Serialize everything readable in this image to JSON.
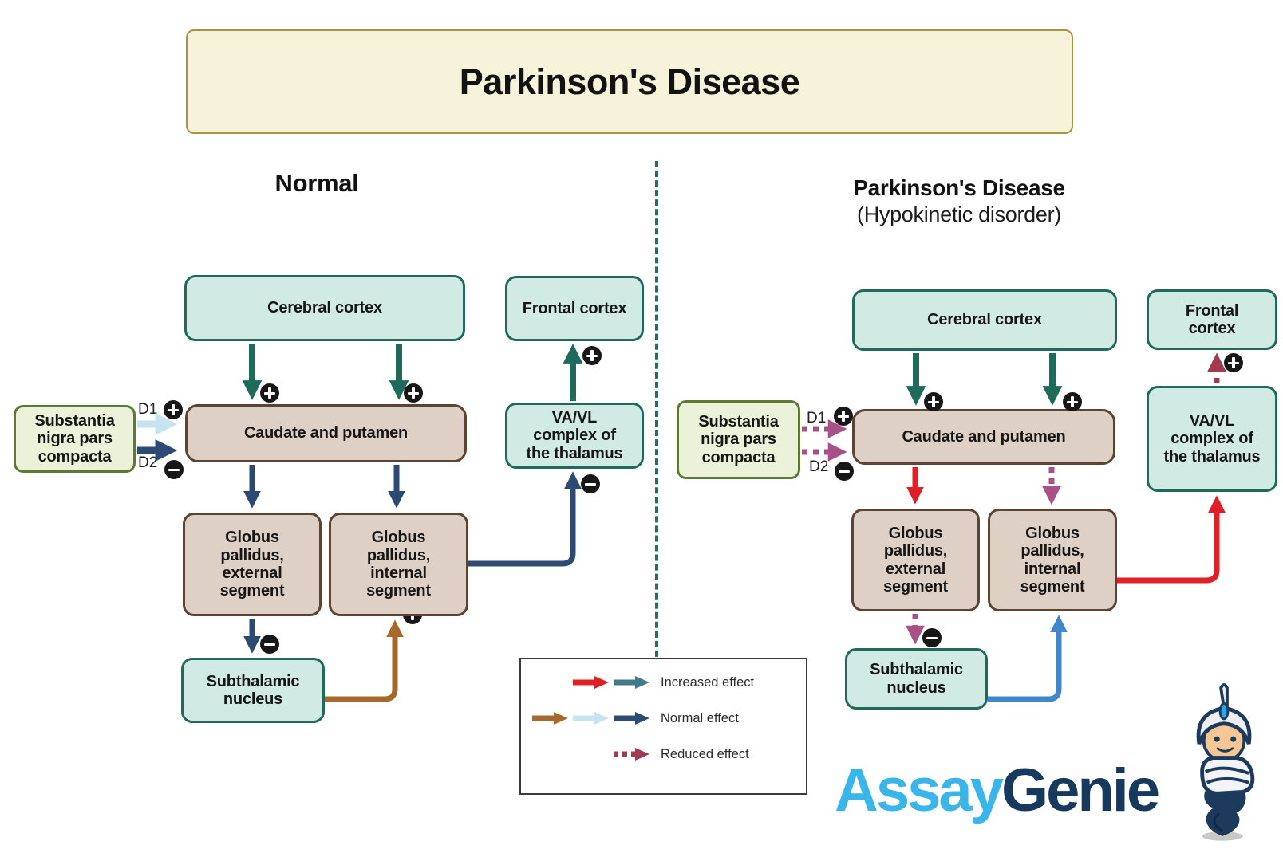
{
  "title": "Parkinson's Disease",
  "left": {
    "heading": "Normal",
    "cerebral": "Cerebral cortex",
    "frontal": "Frontal cortex",
    "substantia": "Substantia\nnigra pars\ncompacta",
    "caudate": "Caudate and putamen",
    "vavl": "VA/VL\ncomplex of\nthe thalamus",
    "gpe": "Globus\npallidus,\nexternal\nsegment",
    "gpi": "Globus\npallidus,\ninternal\nsegment",
    "stn": "Subthalamic\nnucleus",
    "d1": "D1",
    "d2": "D2"
  },
  "right": {
    "heading": "Parkinson's Disease",
    "subheading": "(Hypokinetic disorder)",
    "cerebral": "Cerebral cortex",
    "frontal": "Frontal\ncortex",
    "substantia": "Substantia\nnigra pars\ncompacta",
    "caudate": "Caudate and putamen",
    "vavl": "VA/VL\ncomplex of\nthe thalamus",
    "gpe": "Globus\npallidus,\nexternal\nsegment",
    "gpi": "Globus\npallidus,\ninternal\nsegment",
    "stn": "Subthalamic\nnucleus",
    "d1": "D1",
    "d2": "D2"
  },
  "legend": {
    "increased": "Increased effect",
    "normal": "Normal effect",
    "reduced": "Reduced effect"
  },
  "logo": {
    "assay": "Assay",
    "genie": "Genie"
  },
  "colors": {
    "teal_box_fill": "#d2eae4",
    "teal_box_border": "#206a5b",
    "green_box_fill": "#ebf2d9",
    "green_box_border": "#5c7b32",
    "tan_box_fill": "#ded0c5",
    "tan_box_border": "#5c4434",
    "title_fill": "#f6f3da",
    "title_border": "#ab9245",
    "arrow_teal": "#1e6b5c",
    "arrow_navy": "#2d4a74",
    "arrow_lightblue": "#c6e4f0",
    "arrow_brown": "#a6692c",
    "arrow_red": "#e01f26",
    "arrow_blue": "#3f87ca",
    "arrow_reduced_pink": "#a85088",
    "arrow_reduced_maroon": "#a23a50",
    "logo_assay": "#3ab5ea",
    "logo_genie": "#18395e"
  }
}
